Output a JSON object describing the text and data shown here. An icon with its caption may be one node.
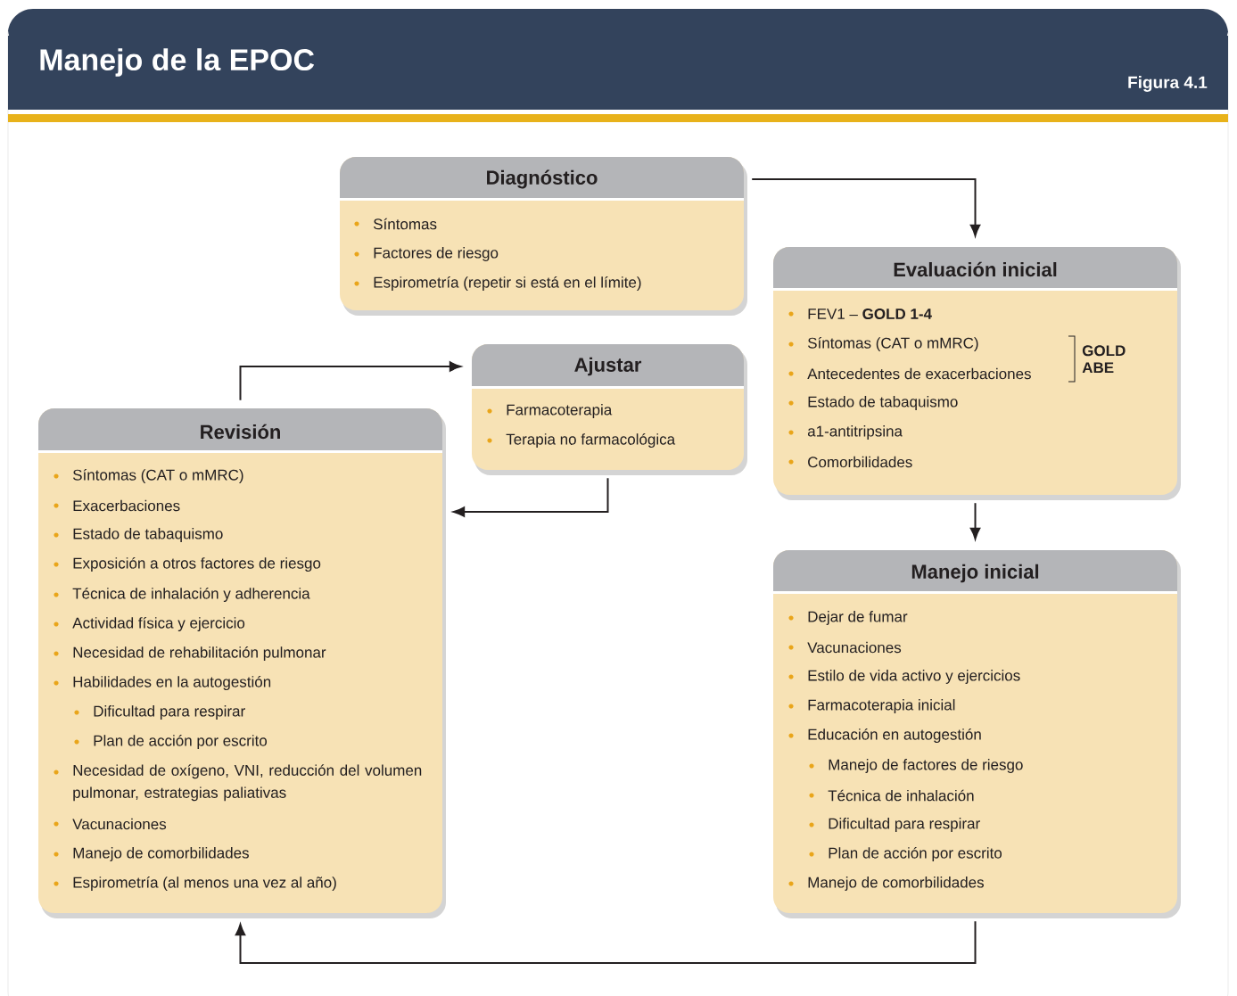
{
  "diagram": {
    "title": "Manejo de la EPOC",
    "nodes": [
      {
        "text": [
          "Diagnóstico",
          "Síntomas",
          "Factores de riesgo",
          "Espirometría (repetir si está en el límite)"
        ]
      },
      {
        "text": [
          "Evaluación inicial",
          "FEV1 – **GOLD 1-4**",
          "Síntomas (CAT o mMRC)",
          "Antecedentes de exacerbaciones",
          "GOLD ABE",
          "Estado de tabaquismo",
          "a1-antitripsina",
          "Comorbilidades"
        ]
      },
      {
        "text": [
          "Ajustar",
          "Farmacoterapia",
          "Terapia no farmacológica"
        ]
      },
      {
        "text": [
          "Revisión",
          "Síntomas (CAT o mMRC)",
          "Exacerbaciones",
          "Estado de tabaquismo",
          "Exposición a otros factores de riesgo",
          "Técnica de inhalación y adherencia",
          "Actividad física y ejercicio",
          "Necesidad de rehabilitación pulmonar",
          "Habilidades en la autogestión",
          "Dificultad para respirar",
          "Plan de acción por escrito",
          "Necesidad de oxígeno, VNI, reducción del volumen pulmonar, estrategias paliativas",
          "Vacunaciones",
          "Manejo de comorbilidades",
          "Espirometría (al menos una vez al año)"
        ]
      },
      {
        "text": [
          "Manejo inicial",
          "Dejar de fumar",
          "Vacunaciones",
          "Estilo de vida activo y ejercicios",
          "Farmacoterapia inicial",
          "Educación en autogestión",
          "Manejo de factores de riesgo",
          "Técnica de inhalación",
          "Dificultad para respirar",
          "Plan de acción por escrito",
          "Manejo de comorbilidades"
        ]
      }
    ],
    "edges": [
      {
        "from": 0,
        "to": 1,
        "arrow": "to"
      },
      {
        "from": 1,
        "to": 4,
        "arrow": "to"
      },
      {
        "from": 4,
        "to": 3,
        "arrow": "to"
      },
      {
        "from": 3,
        "to": 2,
        "arrow": "to"
      },
      {
        "from": 2,
        "to": 3,
        "arrow": "to"
      }
    ],
    "labels": [
      "Figura 4.1"
    ]
  }
}
